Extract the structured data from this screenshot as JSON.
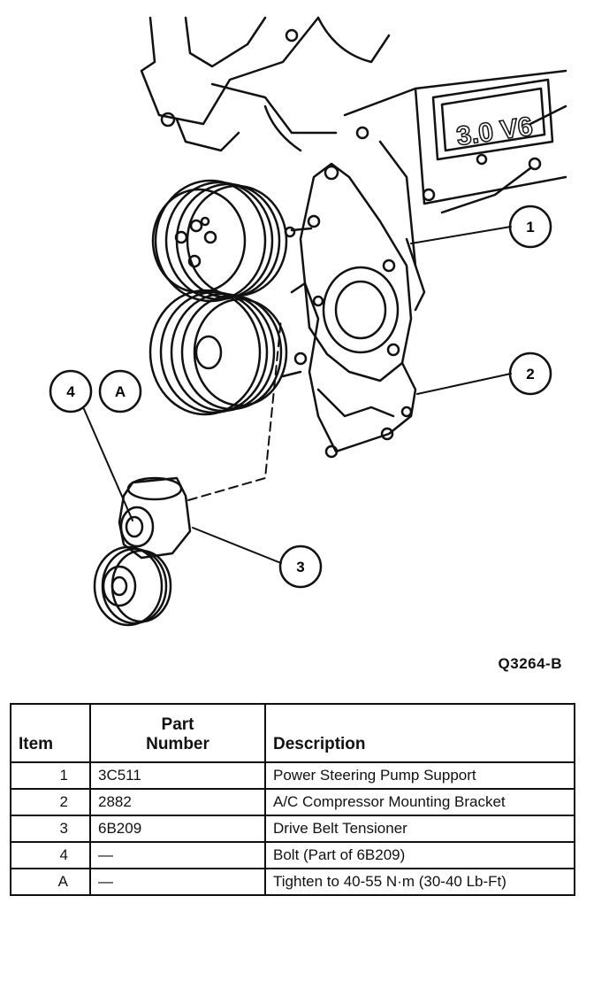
{
  "diagram": {
    "engine_label": "3.0 V6",
    "callouts": [
      "1",
      "2",
      "3",
      "4",
      "A"
    ],
    "figure_code": "Q3264-B"
  },
  "table": {
    "headers": {
      "item": "Item",
      "part_number_line1": "Part",
      "part_number_line2": "Number",
      "description": "Description"
    },
    "rows": [
      {
        "item": "1",
        "part": "3C511",
        "description": "Power Steering Pump Support"
      },
      {
        "item": "2",
        "part": "2882",
        "description": "A/C Compressor Mounting Bracket"
      },
      {
        "item": "3",
        "part": "6B209",
        "description": "Drive Belt Tensioner"
      },
      {
        "item": "4",
        "part": "—",
        "description": "Bolt (Part of 6B209)"
      },
      {
        "item": "A",
        "part": "—",
        "description": "Tighten to 40-55 N·m (30-40 Lb-Ft)"
      }
    ]
  }
}
